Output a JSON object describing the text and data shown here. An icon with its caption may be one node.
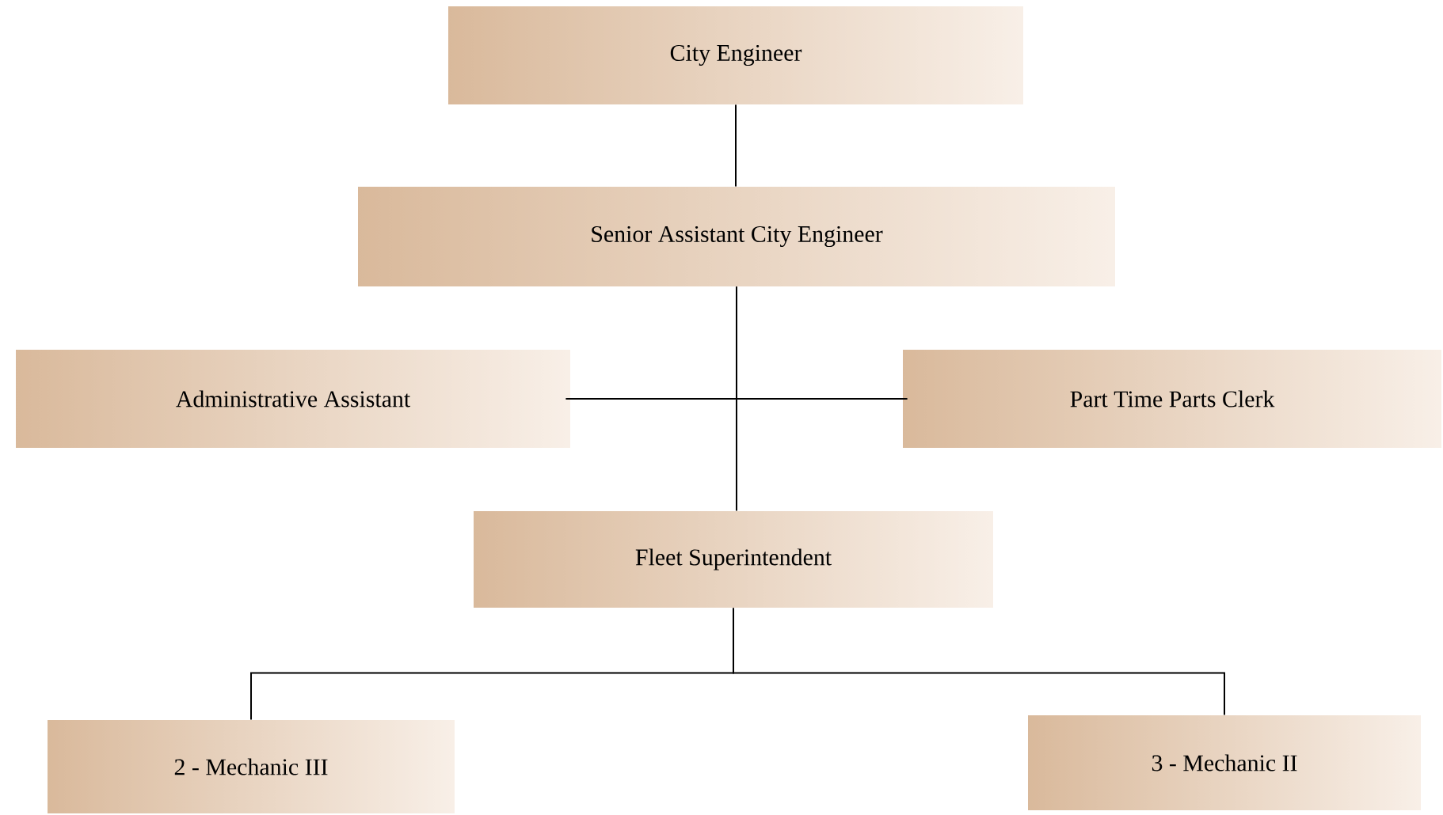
{
  "diagram": {
    "nodes": [
      {
        "text": [
          "City Engineer"
        ]
      },
      {
        "text": [
          "Senior Assistant City Engineer"
        ]
      },
      {
        "text": [
          "Administrative Assistant"
        ]
      },
      {
        "text": [
          "Part Time Parts Clerk"
        ]
      },
      {
        "text": [
          "Fleet Superintendent"
        ]
      },
      {
        "text": [
          "2 - Mechanic III"
        ]
      },
      {
        "text": [
          "3 - Mechanic II"
        ]
      }
    ],
    "edges": [
      {
        "from": 0,
        "to": 1,
        "arrow": "none"
      },
      {
        "from": 1,
        "to": 4,
        "arrow": "none"
      },
      {
        "from": 1,
        "to": 2,
        "arrow": "none"
      },
      {
        "from": 1,
        "to": 3,
        "arrow": "none"
      },
      {
        "from": 4,
        "to": 5,
        "arrow": "none"
      },
      {
        "from": 4,
        "to": 6,
        "arrow": "none"
      }
    ]
  }
}
